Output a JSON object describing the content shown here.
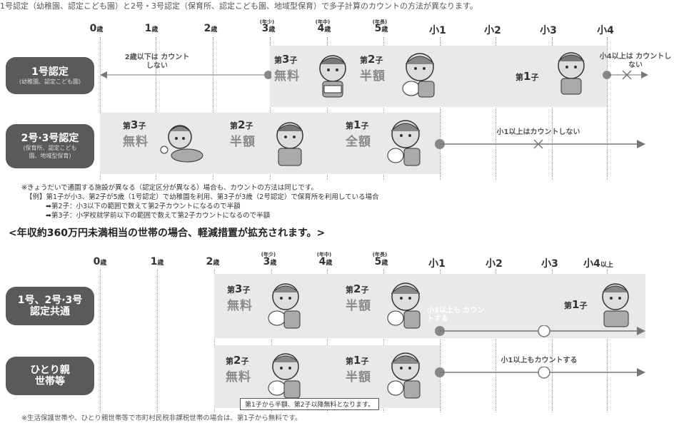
{
  "intro": "1号認定（幼稚園、認定こども園）と2号・3号認定（保育所、認定こども園、地域型保育）で多子計算のカウントの方法が異なります。",
  "ticks": {
    "age0": "0",
    "age1": "1",
    "age2": "2",
    "age3": "3",
    "age4": "4",
    "age5": "5",
    "sai": "歳",
    "sho1": "小1",
    "sho2": "小2",
    "sho3": "小3",
    "sho4": "小4",
    "sho4_ijo": "以上",
    "nensho": "(年少)",
    "nenchu": "(年中)",
    "nencho": "(年長)"
  },
  "row1": {
    "title": "1号認定",
    "sub": "(幼稚園、認定こども園)",
    "left_note": "2歳以下は カウントしない",
    "right_note": "小4以上は カウントしない",
    "c3_num": "第",
    "c3_k": "3",
    "c3_s": "子",
    "c3_price": "無料",
    "c2_num": "第",
    "c2_k": "2",
    "c2_s": "子",
    "c2_price": "半額",
    "c1_num": "第",
    "c1_k": "1",
    "c1_s": "子"
  },
  "row2": {
    "title": "2号·3号認定",
    "sub": "(保育所、認定こども園、地域型保育)",
    "c3_num": "第",
    "c3_k": "3",
    "c3_s": "子",
    "c3_price": "無料",
    "c2_num": "第",
    "c2_k": "2",
    "c2_s": "子",
    "c2_price": "半額",
    "c1_num": "第",
    "c1_k": "1",
    "c1_s": "子",
    "c1_price": "全額",
    "right_note": "小1以上はカウントしない"
  },
  "footnotes": {
    "line1": "※きょうだいで通園する施設が異なる（認定区分が異なる）場合も、カウントの方法は同じです。",
    "line2": "【例】第1子が小3、第2子が5歳（1号認定）で幼稚園を利用、第3子が3歳（2号認定）で保育所を利用している場合",
    "line3": "➡第2子：小3以下の範囲で数えて第2子カウントになるので半額",
    "line4": "➡第3子：小学校就学前以下の範囲で数えて第2子カウントになるので半額"
  },
  "heading": "<年収約360万円未満相当の世帯の場合、軽減措置が拡充されます。>",
  "row3": {
    "title": "1号、2号·3号 認定共通",
    "c3_num": "第",
    "c3_k": "3",
    "c3_s": "子",
    "c3_price": "無料",
    "c2_num": "第",
    "c2_k": "2",
    "c2_s": "子",
    "c2_price": "半額",
    "c1_num": "第",
    "c1_k": "1",
    "c1_s": "子",
    "right_note": "小1以上も カウントする"
  },
  "row4": {
    "title": "ひとり親 世帯等",
    "c2_num": "第",
    "c2_k": "2",
    "c2_s": "子",
    "c2_price": "無料",
    "c1_num": "第",
    "c1_k": "1",
    "c1_s": "子",
    "c1_price": "半額",
    "right_note": "小1以上もカウントする",
    "box_note": "第1子から半額、第2子以降無料となります。"
  },
  "bottom_note": "※生活保護世帯や、ひとり親世帯等で市町村民税非課税世帯の場合は、第1子から無料です。"
}
